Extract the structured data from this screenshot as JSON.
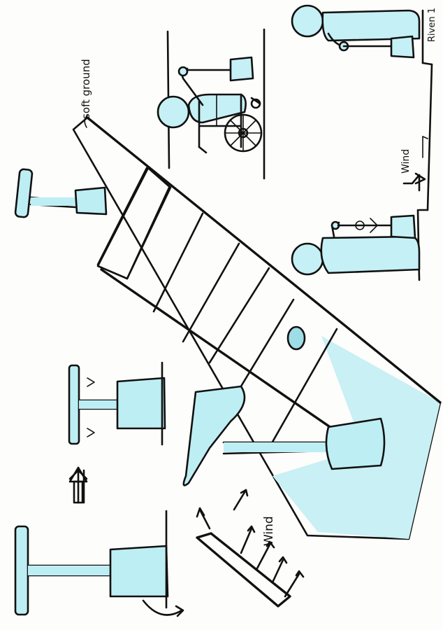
{
  "labels": {
    "soft_ground": "soft ground",
    "wind_top": "Wind",
    "wind_bottom": "Wind",
    "corner_note": "Riven 1"
  },
  "colors": {
    "paper": "#fdfdfb",
    "ink": "#111111",
    "marker_blue": "#bfeef3",
    "marker_blue_deep": "#86dbe6"
  },
  "drawings": [
    "wheelchair-user-at-play-station",
    "standing-person-at-play-station",
    "inclined-play-board-with-paddles",
    "paddle-front-view",
    "paddle-side-view-with-rotation",
    "wind-net-panel"
  ]
}
